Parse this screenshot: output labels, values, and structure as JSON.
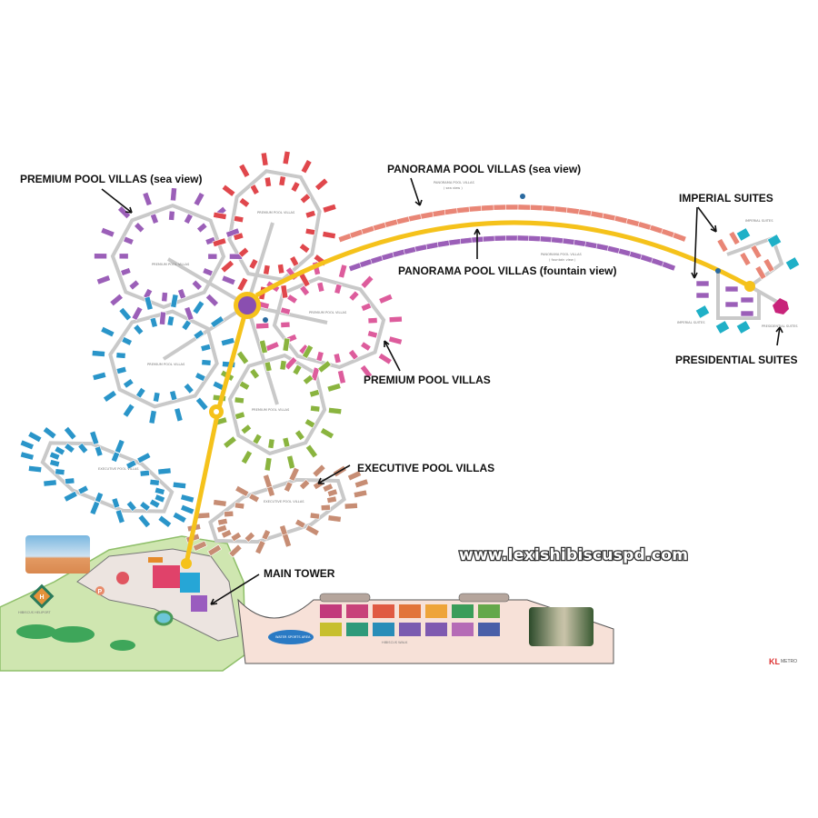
{
  "callouts": {
    "premium_sea": "PREMIUM POOL VILLAS (sea view)",
    "panorama_sea": "PANORAMA POOL VILLAS (sea view)",
    "panorama_fountain": "PANORAMA POOL VILLAS (fountain view)",
    "premium": "PREMIUM POOL VILLAS",
    "imperial": "IMPERIAL SUITES",
    "presidential": "PRESIDENTIAL SUITES",
    "executive": "EXECUTIVE POOL VILLAS",
    "main_tower": "MAIN TOWER"
  },
  "map_labels": {
    "premium_pool_villas": "PREMIUM POOL VILLAS",
    "executive_pool_villas": "EXECUTIVE POOL VILLAS",
    "panorama_sea": "PANORAMA POOL VILLAS",
    "panorama_sea_sub": "( sea view )",
    "panorama_fountain": "PANORAMA POOL VILLAS",
    "panorama_fountain_sub": "( fountain view )",
    "imperial_suites": "IMPERIAL SUITES",
    "presidential_suites": "PRESIDENTIAL SUITES",
    "helipad": "HIBISCUS HELIPORT",
    "parking": "P",
    "water_sports": "WATER SPORTS AREA",
    "hibiscus_walk": "HIBISCUS WALK",
    "helipad_mark": "H"
  },
  "website": "www.lexishibiscuspd.com",
  "logo": "KL METRO",
  "colors": {
    "road": "#f5c21b",
    "path": "#c9c9c9",
    "purple": "#9b5fb8",
    "red": "#e0474c",
    "pink": "#dd5c9c",
    "blue": "#2a95c9",
    "green": "#8ab43f",
    "brown": "#c78d74",
    "orange": "#e98676",
    "teal": "#1fb0c7",
    "presidential": "#c8237a",
    "land": "#cfe6b0",
    "plaza": "#f7e1d8"
  },
  "shop_tile_colors": [
    "#c23a7c",
    "#c8427a",
    "#e05a42",
    "#e2743a",
    "#eea43a",
    "#3b9d5a",
    "#64a84a",
    "#c7bf2e",
    "#2e9a7a",
    "#2a8db8",
    "#7a5bb0",
    "#7f5ab0",
    "#b56bb6",
    "#4a5fa8"
  ]
}
